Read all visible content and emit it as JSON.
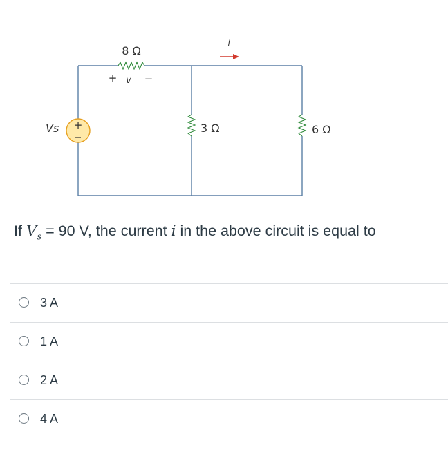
{
  "circuit": {
    "source_label": "Vs",
    "source_plus": "+",
    "source_minus": "−",
    "r1_label": "8 Ω",
    "r2_label": "3 Ω",
    "r3_label": "6 Ω",
    "v_plus": "+",
    "v_label": "v",
    "v_minus": "−",
    "current_label": "i",
    "colors": {
      "wire": "#5b7fa6",
      "resistor": "#2e8a3a",
      "arrow": "#d23a2e",
      "source_fill": "#ffe9a8",
      "source_stroke": "#e6a020"
    }
  },
  "question": {
    "prefix": "If ",
    "var_v": "V",
    "sub_s": "s",
    "middle": " = 90 V, the current ",
    "var_i": "i",
    "suffix": " in the above circuit is equal to"
  },
  "answers": [
    {
      "label": "3 A"
    },
    {
      "label": "1 A"
    },
    {
      "label": "2 A"
    },
    {
      "label": "4 A"
    }
  ]
}
